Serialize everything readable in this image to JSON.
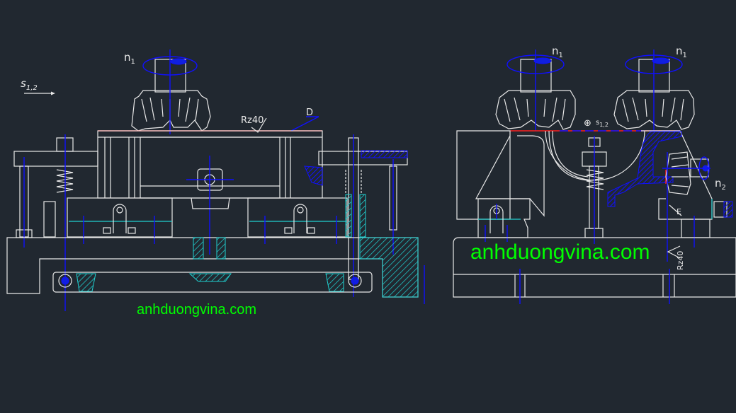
{
  "drawing": {
    "left_view": {
      "spindle_label": "n",
      "spindle_sub": "1",
      "feed_label": "s",
      "feed_sub": "1,2",
      "roughness_label": "Rz40",
      "surface_label": "D"
    },
    "right_view": {
      "spindle_left_label": "n",
      "spindle_left_sub": "1",
      "spindle_right_label": "n",
      "spindle_right_sub": "1",
      "feed_label": "s",
      "feed_sub": "1,2",
      "feed_symbol": "⊕",
      "side_spindle_label": "n",
      "side_spindle_sub": "2",
      "surface_label": "E",
      "roughness_label": "Rz40"
    }
  },
  "watermarks": [
    "anhduongvina.com",
    "anhduongvina.com"
  ],
  "colors": {
    "background": "#212830",
    "line": "#e8e8e8",
    "center": "#1010ff",
    "machined": "#ff2020",
    "hatch": "#20d0d0",
    "watermark": "#00ff00"
  }
}
